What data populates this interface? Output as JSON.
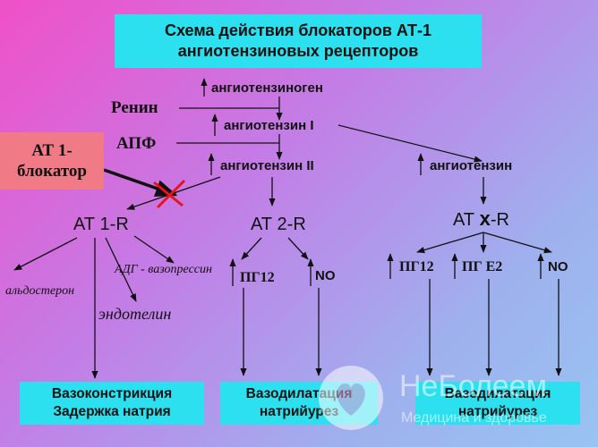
{
  "title": {
    "line1": "Схема действия блокаторов АТ-1",
    "line2": "ангиотензиновых рецепторов"
  },
  "blocker": {
    "line1": "АТ 1-",
    "line2": "блокатор"
  },
  "nodes": {
    "angiotensinogen": "ангиотензиноген",
    "renin": "Ренин",
    "angiotensin1": "ангиотензин I",
    "apf": "АПФ",
    "angiotensin2": "ангиотензин II",
    "angiotensin": "ангиотензин",
    "at1r": "АТ 1-R",
    "at2r": "АТ 2-R",
    "atxr_prefix": "АТ ",
    "atxr_x": "х",
    "atxr_suffix": "-R",
    "adg": "АДГ - вазопрессин",
    "aldosterone": "альдостерон",
    "endothelin": "эндотелин",
    "pg12_mid": "ПГ12",
    "no_mid": "NO",
    "pg12_right": "ПГ12",
    "pge2_right": "ПГ Е2",
    "no_right": "NO"
  },
  "outcomes": {
    "left": {
      "line1": "Вазоконстрикция",
      "line2": "Задержка натрия"
    },
    "middle": {
      "line1": "Вазодилатация",
      "line2": "натрийурез"
    },
    "right": {
      "line1": "Вазодилатация",
      "line2": "натрийурез"
    }
  },
  "watermark": {
    "brand": "НеБолеем",
    "tagline": "Медицина и здоровье"
  },
  "colors": {
    "title_bg": "#2ce0f0",
    "blocker_bg": "#f07a86",
    "block_cross": "#e8141c",
    "arrow": "#111111"
  }
}
